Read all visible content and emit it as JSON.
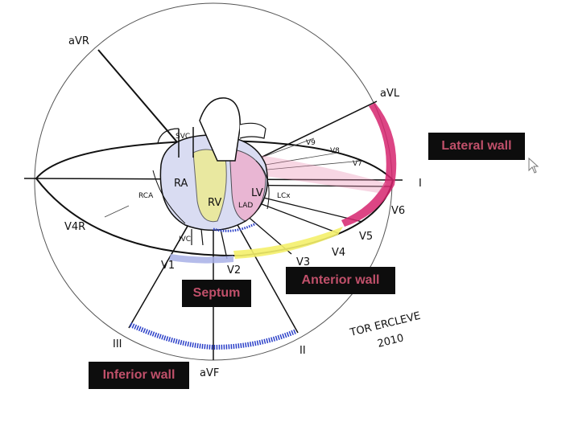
{
  "leads": {
    "avr": "aVR",
    "avl": "aVL",
    "lead_i": "I",
    "lead_ii": "II",
    "lead_iii": "III",
    "avf": "aVF",
    "v1": "V1",
    "v2": "V2",
    "v3": "V3",
    "v4": "V4",
    "v5": "V5",
    "v6": "V6",
    "v7": "V7",
    "v8": "V8",
    "v9": "V9",
    "v4r": "V4R"
  },
  "anatomy": {
    "svc": "SVC",
    "ra": "RA",
    "rv": "RV",
    "lv": "LV",
    "rca": "RCA",
    "lad": "LAD",
    "lcx": "LCx",
    "ivc": "IVC"
  },
  "regions": {
    "lateral": "Lateral wall",
    "anterior": "Anterior wall",
    "septum": "Septum",
    "inferior": "Inferior wall"
  },
  "signature": {
    "line1": "TOR ERCLEVE",
    "line2": "2010"
  },
  "colors": {
    "lateral": "#d6246e",
    "anterior": "#f4f06a",
    "septum": "#a8b0e6",
    "inferior": "#2a3fc8",
    "tag_bg": "#0d0d0d",
    "tag_text": "#c0506a"
  }
}
